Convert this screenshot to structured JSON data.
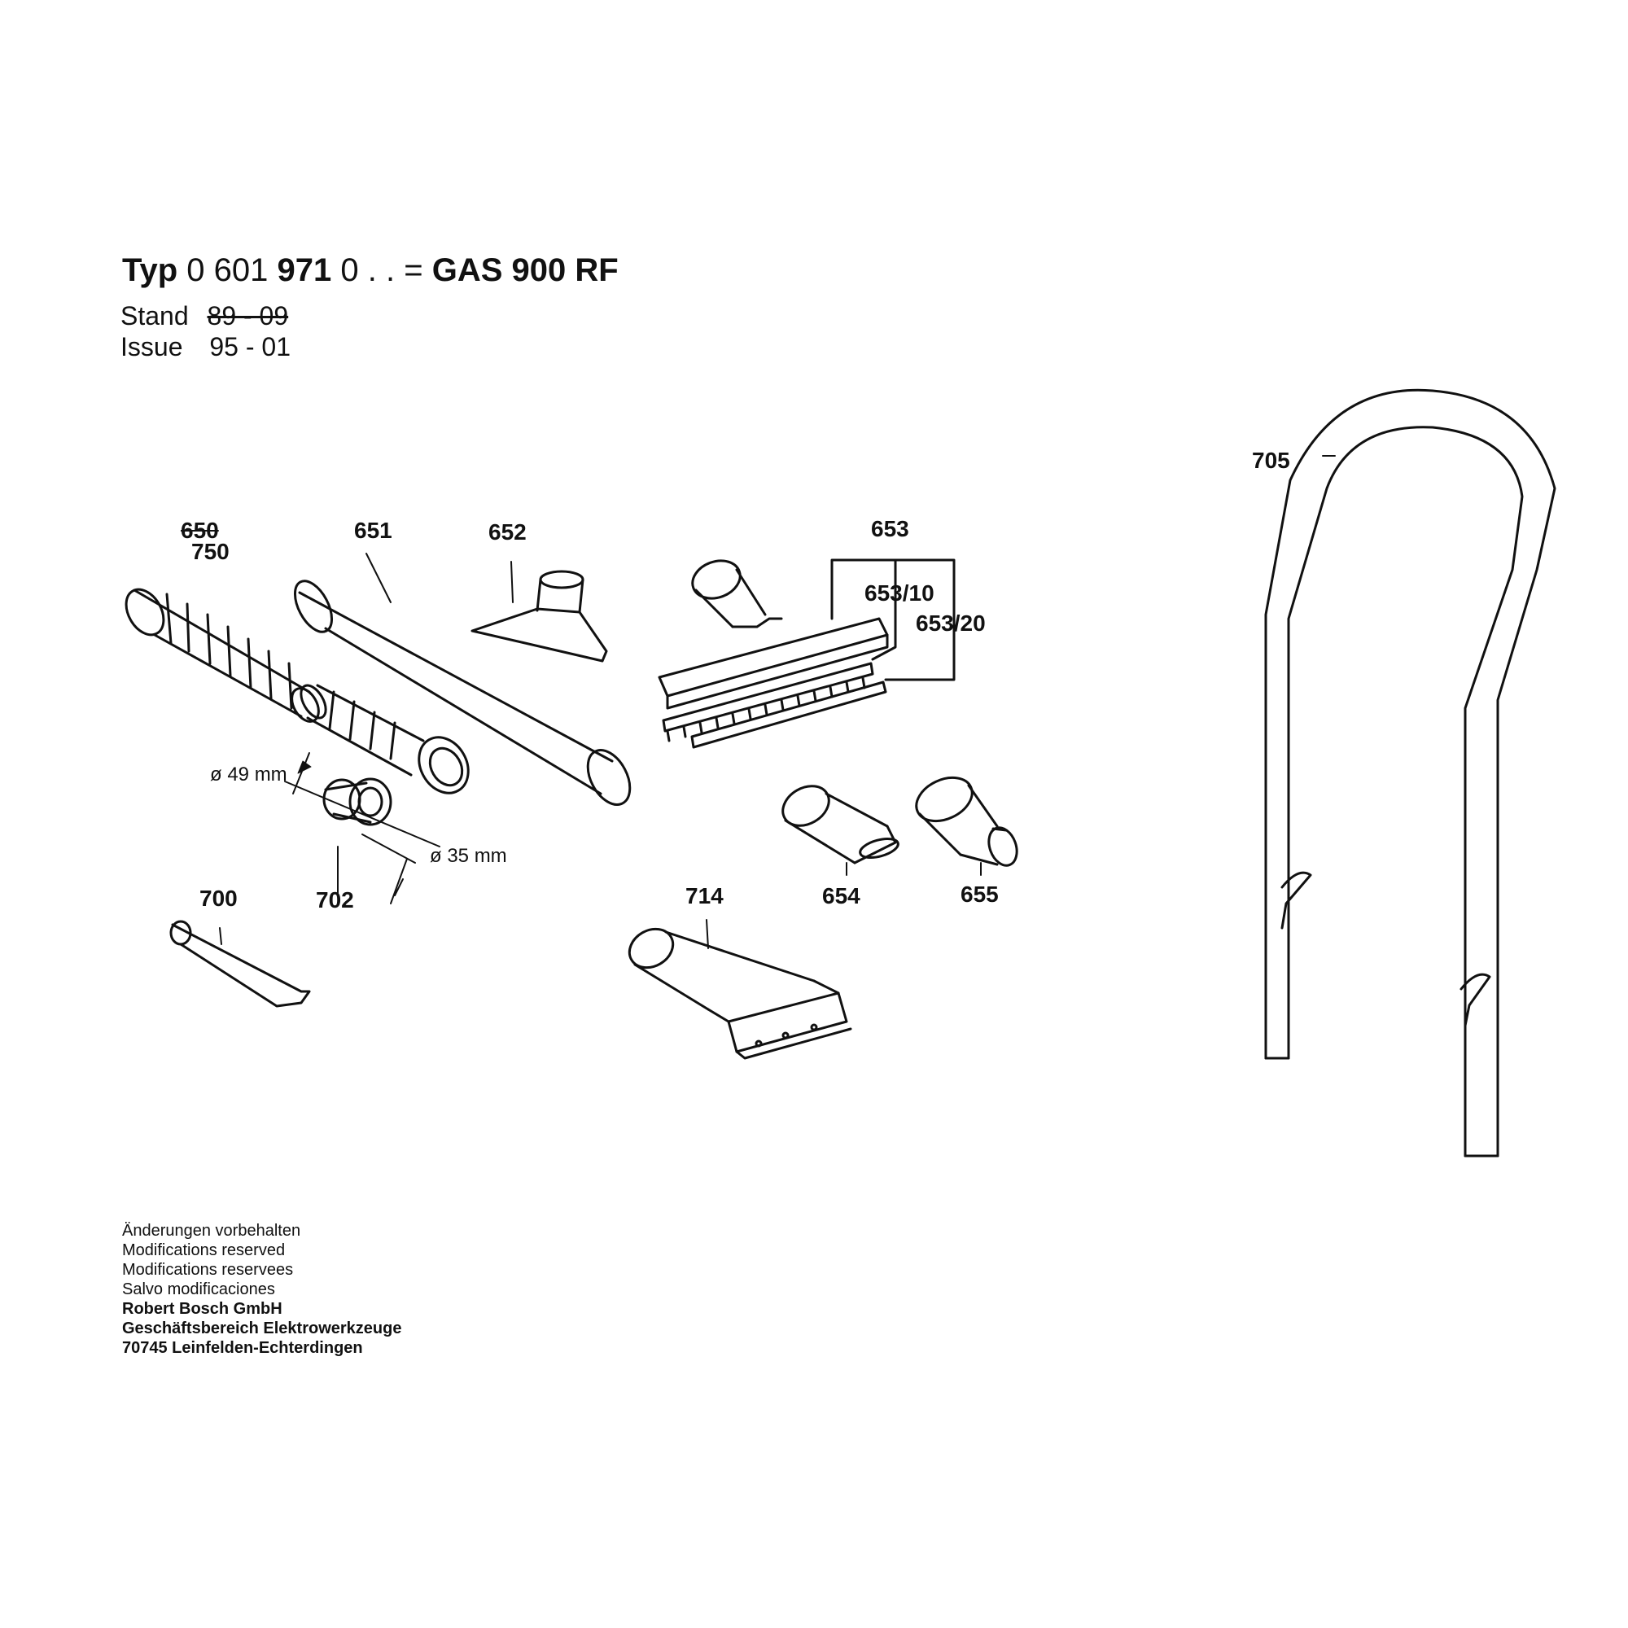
{
  "header": {
    "typ_label": "Typ",
    "typ_number_a": "0 601",
    "typ_number_b": "971",
    "typ_number_c": "0 . .",
    "equals": "=",
    "model": "GAS 900 RF",
    "stand_label": "Stand",
    "stand_value": "89 - 09",
    "issue_label": "Issue",
    "issue_value": "95 - 01"
  },
  "parts": {
    "p650": "650",
    "p750": "750",
    "p651": "651",
    "p652": "652",
    "p653": "653",
    "p653_10": "653/10",
    "p653_20": "653/20",
    "p654": "654",
    "p655": "655",
    "p700": "700",
    "p702": "702",
    "p705": "705",
    "p714": "714"
  },
  "dimensions": {
    "d49": "ø 49 mm",
    "d35": "ø 35 mm"
  },
  "footer": {
    "line1": "Änderungen vorbehalten",
    "line2": "Modifications reserved",
    "line3": "Modifications reservees",
    "line4": "Salvo modificaciones",
    "line5": "Robert Bosch GmbH",
    "line6": "Geschäftsbereich Elektrowerkzeuge",
    "line7": "70745 Leinfelden-Echterdingen"
  }
}
